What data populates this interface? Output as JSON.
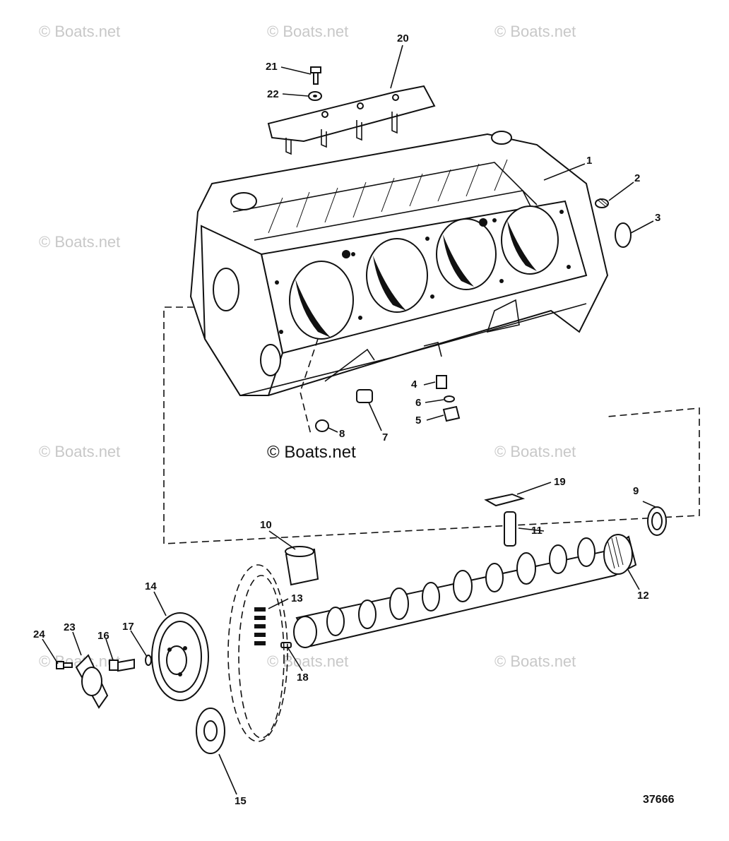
{
  "watermark_text": "© Boats.net",
  "reference_number": "37666",
  "callouts": [
    {
      "id": "c1",
      "label": "1"
    },
    {
      "id": "c2",
      "label": "2"
    },
    {
      "id": "c3",
      "label": "3"
    },
    {
      "id": "c4",
      "label": "4"
    },
    {
      "id": "c5",
      "label": "5"
    },
    {
      "id": "c6",
      "label": "6"
    },
    {
      "id": "c7",
      "label": "7"
    },
    {
      "id": "c8",
      "label": "8"
    },
    {
      "id": "c9",
      "label": "9"
    },
    {
      "id": "c10",
      "label": "10"
    },
    {
      "id": "c11",
      "label": "11"
    },
    {
      "id": "c12",
      "label": "12"
    },
    {
      "id": "c13",
      "label": "13"
    },
    {
      "id": "c14",
      "label": "14"
    },
    {
      "id": "c15",
      "label": "15"
    },
    {
      "id": "c16",
      "label": "16"
    },
    {
      "id": "c17",
      "label": "17"
    },
    {
      "id": "c18",
      "label": "18"
    },
    {
      "id": "c19",
      "label": "19"
    },
    {
      "id": "c20",
      "label": "20"
    },
    {
      "id": "c21",
      "label": "21"
    },
    {
      "id": "c22",
      "label": "22"
    },
    {
      "id": "c23",
      "label": "23"
    },
    {
      "id": "c24",
      "label": "24"
    }
  ]
}
